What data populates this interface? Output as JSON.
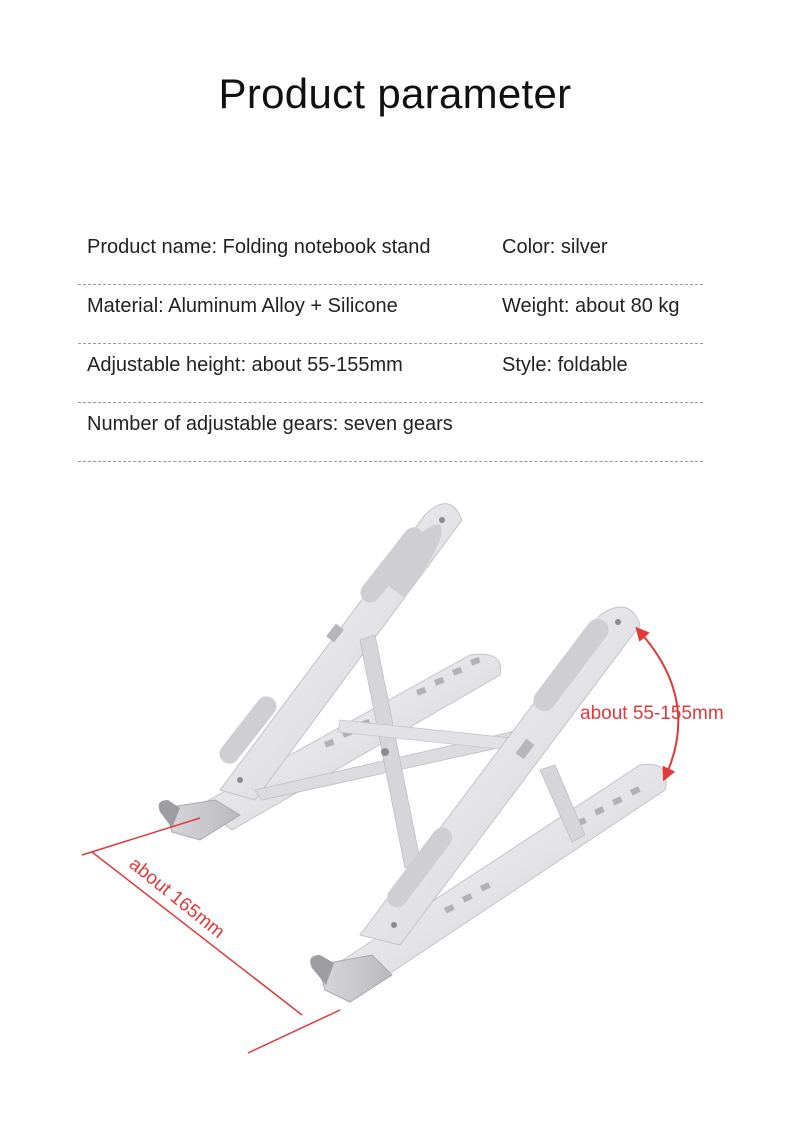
{
  "title": "Product parameter",
  "parameters": [
    {
      "left": "Product name: Folding notebook stand",
      "right": "Color: silver"
    },
    {
      "left": "Material: Aluminum Alloy + Silicone",
      "right": "Weight: about 80 kg"
    },
    {
      "left": "Adjustable height: about 55-155mm",
      "right": "Style: foldable"
    },
    {
      "left": "Number of adjustable gears: seven gears",
      "right": ""
    }
  ],
  "dimensions": {
    "height_label": "about 55-155mm",
    "depth_label": "about 165mm"
  },
  "colors": {
    "annotation": "#e03a3a",
    "metal": "#e9e9ec",
    "silicone_pad": "#cfcfd3"
  }
}
